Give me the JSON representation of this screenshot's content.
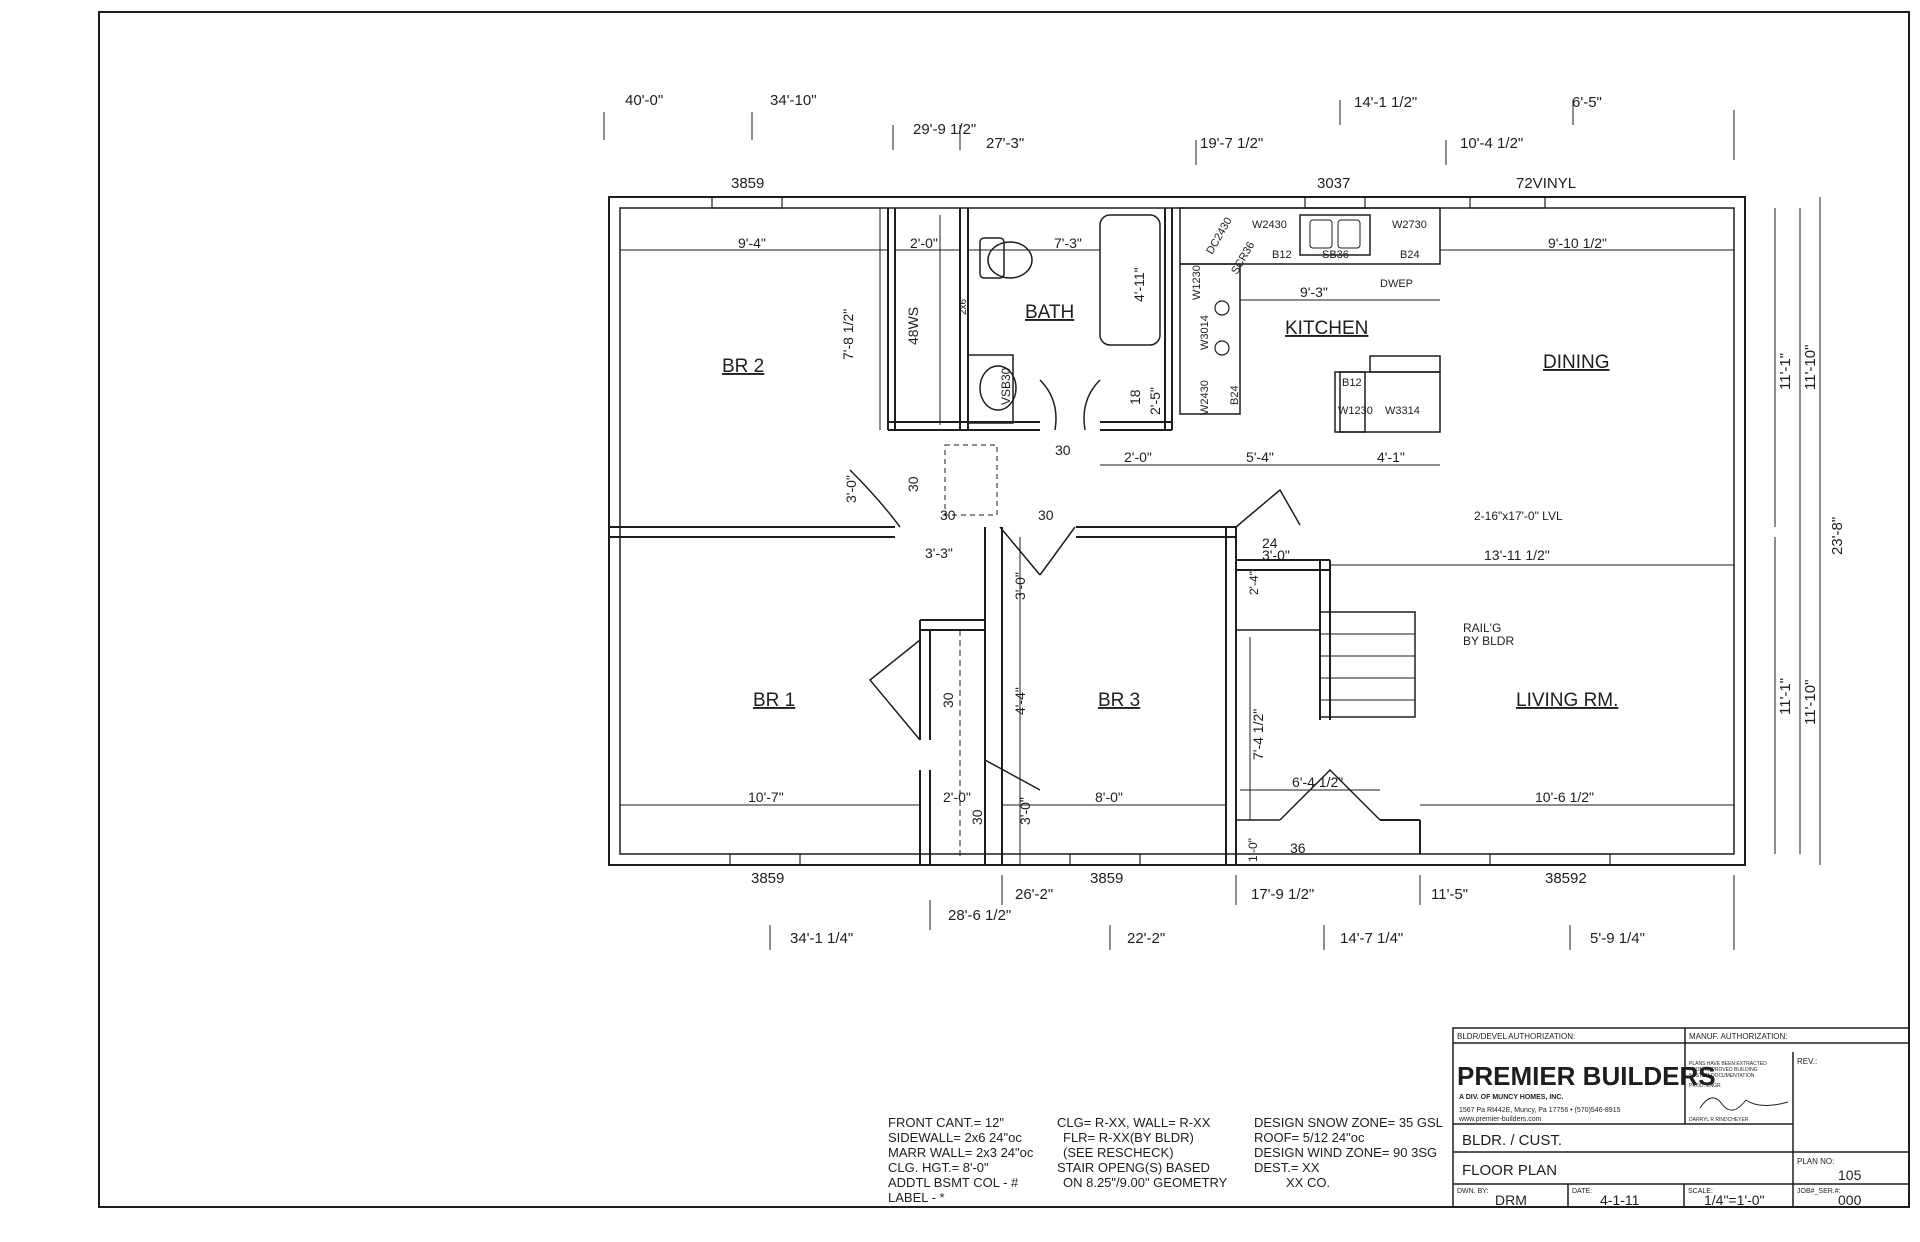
{
  "plan": {
    "top_dimensions_row1": [
      "40'-0\"",
      "34'-10\"",
      "14'-1 1/2\"",
      "6'-5\""
    ],
    "top_dimensions_row2": [
      "29'-9 1/2\"",
      "27'-3\"",
      "19'-7 1/2\"",
      "10'-4 1/2\""
    ],
    "bottom_dimensions_row1": [
      "26'-2\"",
      "28'-6 1/2\"",
      "17'-9 1/2\"",
      "11'-5\""
    ],
    "bottom_dimensions_row2": [
      "34'-1 1/4\"",
      "22'-2\"",
      "14'-7 1/4\"",
      "5'-9 1/4\""
    ],
    "window_labels": {
      "top_left": "3859",
      "top_mid": "3037",
      "top_right": "72VINYL",
      "bot_left": "3859",
      "bot_mid": "3859",
      "bot_right": "38592"
    },
    "rooms": {
      "br2": "BR 2",
      "bath": "BATH",
      "kitchen": "KITCHEN",
      "dining": "DINING",
      "br1": "BR 1",
      "br3": "BR 3",
      "living": "LIVING RM."
    },
    "interior_dims": {
      "br2_width": "9'-4\"",
      "closet_w": "2'-0\"",
      "bath_w": "7'-3\"",
      "tub": "4'-11\"",
      "dining_w": "9'-10 1/2\"",
      "kitchen_w": "9'-3\"",
      "br2_depth": "7'-8 1/2\"",
      "shelf": "48WS",
      "shelf2": "2x6",
      "vanity": "VSB30",
      "linen": "18",
      "linen_d": "2'-5\"",
      "dr30a": "30",
      "dr30b": "30",
      "dr30c": "30",
      "dr30d": "30",
      "dr30e": "30",
      "dr30f": "30",
      "dim_2_0": "2'-0\"",
      "dim_5_4": "5'-4\"",
      "dim_4_1": "4'-1\"",
      "beam": "2-16\"x17'-0\" LVL",
      "dr_3_0": "3'-0\"",
      "hall_3_3": "3'-3\"",
      "hall_3_0": "3'-0\"",
      "dim_24": "24",
      "liv_w": "13'-11 1/2\"",
      "dim_2_4": "2'-4\"",
      "rail": "RAIL'G",
      "rail2": "BY BLDR",
      "br3_depth": "4'-4\"",
      "stair": "7'-4 1/2\"",
      "stair_w": "6'-4 1/2\"",
      "br1_w": "10'-7\"",
      "closet2": "2'-0\"",
      "closet_d": "3'-0\"",
      "br3_w": "8'-0\"",
      "liv_w2": "10'-6 1/2\"",
      "dr36": "36",
      "dim_1_0": "1'-0\"",
      "dr_3_0b": "3'-0\""
    },
    "cabinets": {
      "w2430": "W2430",
      "w2730": "W2730",
      "b12": "B12",
      "sb36": "SB36",
      "b24": "B24",
      "dwep": "DWEP",
      "dc2430": "DC2430",
      "scr36": "SCR36",
      "w1230": "W1230",
      "w3014": "W3014",
      "w2430b": "W2430",
      "b24b": "B24",
      "b12b": "B12",
      "w1230b": "W1230",
      "w3314": "W3314"
    },
    "right_dimensions": {
      "r1": "11'-1\"",
      "r2": "11'-10\"",
      "r3": "11'-1\"",
      "r4": "11'-10\"",
      "r5": "23'-8\""
    }
  },
  "notes": {
    "col1": [
      "FRONT CANT.= 12\"",
      "SIDEWALL=  2x6 24\"oc",
      "MARR WALL= 2x3 24\"oc",
      "CLG. HGT.=  8'-0\"",
      "ADDTL BSMT COL - #",
      "LABEL - *"
    ],
    "col2": [
      "CLG= R-XX, WALL= R-XX",
      "FLR= R-XX(BY BLDR)",
      "(SEE RESCHECK)",
      "STAIR OPENG(S) BASED",
      "ON 8.25\"/9.00\" GEOMETRY"
    ],
    "col3": [
      "DESIGN SNOW ZONE= 35 GSL",
      "ROOF= 5/12 24\"oc",
      "DESIGN WIND ZONE= 90 3SG",
      "DEST.= XX",
      "XX CO."
    ]
  },
  "title_block": {
    "bldr_auth": "BLDR/DEVEL AUTHORIZATION:",
    "manuf_auth": "MANUF. AUTHORIZATION:",
    "company": "PREMIER BUILDERS",
    "company_sub": "A DIV. OF MUNCY HOMES, INC.",
    "address": "1567 Pa Rt442E, Muncy, Pa 17756 • (570)546-8915",
    "website": "www.premier-builders.com",
    "extract_note_1": "PLANS HAVE BEEN EXTRACTED",
    "extract_note_2": "FROM APPROVED BUILDING",
    "extract_note_3": "SYSTEM DOCUMENTATION",
    "prod_engr": "PROD. ENGR.",
    "engineer_name": "DARRYL R RINDCHEYER",
    "rev_label": "REV.:",
    "customer": "BLDR. / CUST.",
    "plan_title": "FLOOR PLAN",
    "plan_no_label": "PLAN NO:",
    "plan_no": "105",
    "dwn_by_label": "DWN. BY:",
    "dwn_by": "DRM",
    "date_label": "DATE:",
    "date": "4-1-11",
    "scale_label": "SCALE:",
    "scale": "1/4\"=1'-0\"",
    "job_label": "JOB#_SER.#:",
    "job": "000"
  }
}
